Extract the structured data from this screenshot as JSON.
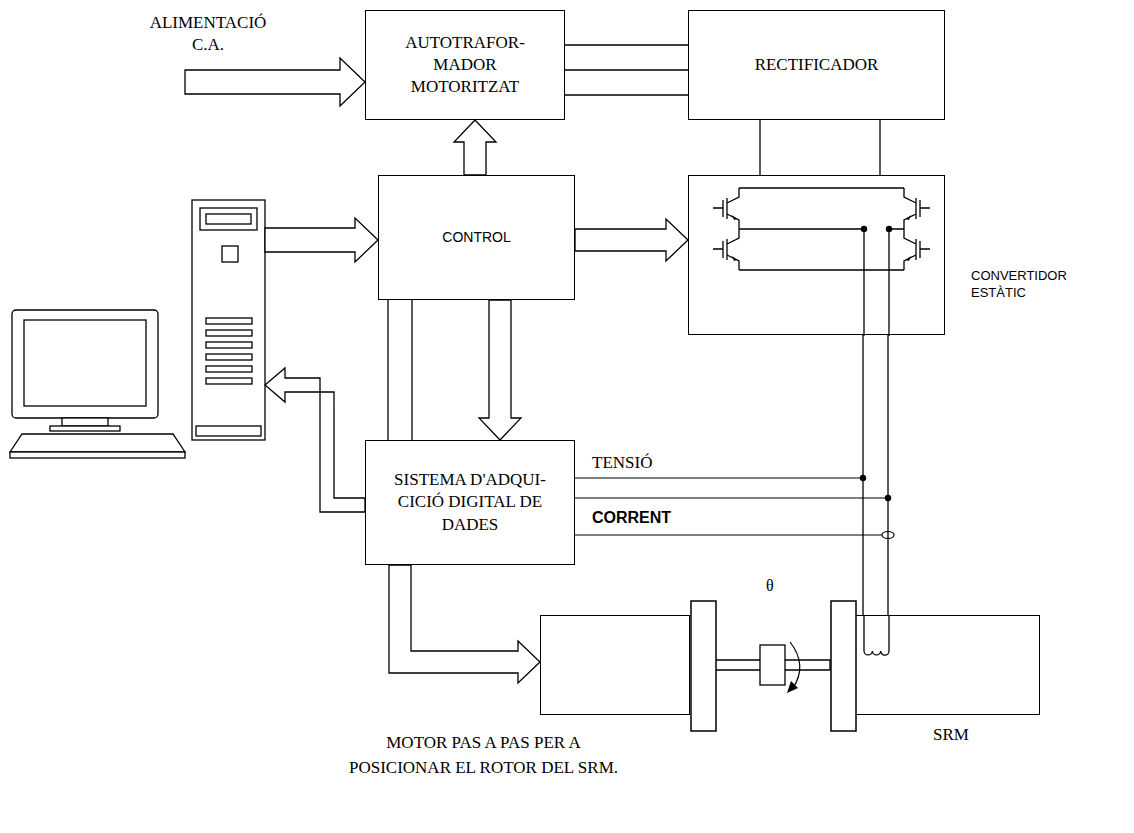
{
  "diagram": {
    "nodes": [
      {
        "text": [
          "AUTOTRAFOR- MADOR MOTORITZAT"
        ]
      },
      {
        "text": [
          "RECTIFICADOR"
        ]
      },
      {
        "text": [
          "CONTROL"
        ]
      },
      {
        "text": [
          "CONVERTIDOR ESTÀTIC"
        ]
      },
      {
        "text": [
          "SISTEMA D'ADQUI- CICIÓ DIGITAL DE DADES"
        ]
      },
      {
        "text": [
          "MOTOR PAS A PAS PER A POSICIONAR EL ROTOR DEL SRM."
        ]
      },
      {
        "text": [
          "SRM"
        ]
      }
    ],
    "edges": [
      {
        "from": 0,
        "to": 1,
        "arrow": "none"
      },
      {
        "from": 0,
        "to": 1,
        "arrow": "none"
      },
      {
        "from": 0,
        "to": 1,
        "arrow": "none"
      },
      {
        "from": 1,
        "to": 3,
        "arrow": "none"
      },
      {
        "from": 1,
        "to": 3,
        "arrow": "none"
      },
      {
        "from": 2,
        "to": 0,
        "arrow": "to"
      },
      {
        "from": 2,
        "to": 3,
        "arrow": "to"
      },
      {
        "from": 2,
        "to": 4,
        "arrow": "to"
      },
      {
        "from": 2,
        "to": 4,
        "arrow": "none"
      },
      {
        "from": 2,
        "to": 4,
        "arrow": "none"
      },
      {
        "from": 4,
        "to": 5,
        "arrow": "to"
      },
      {
        "from": 3,
        "to": 6,
        "arrow": "none"
      },
      {
        "from": 3,
        "to": 6,
        "arrow": "none"
      },
      {
        "from": 5,
        "to": 6,
        "arrow": "none"
      }
    ],
    "labels": [
      "ALIMENTACIÓ C.A.",
      "TENSIÓ",
      "CORRENT",
      "θ"
    ]
  }
}
